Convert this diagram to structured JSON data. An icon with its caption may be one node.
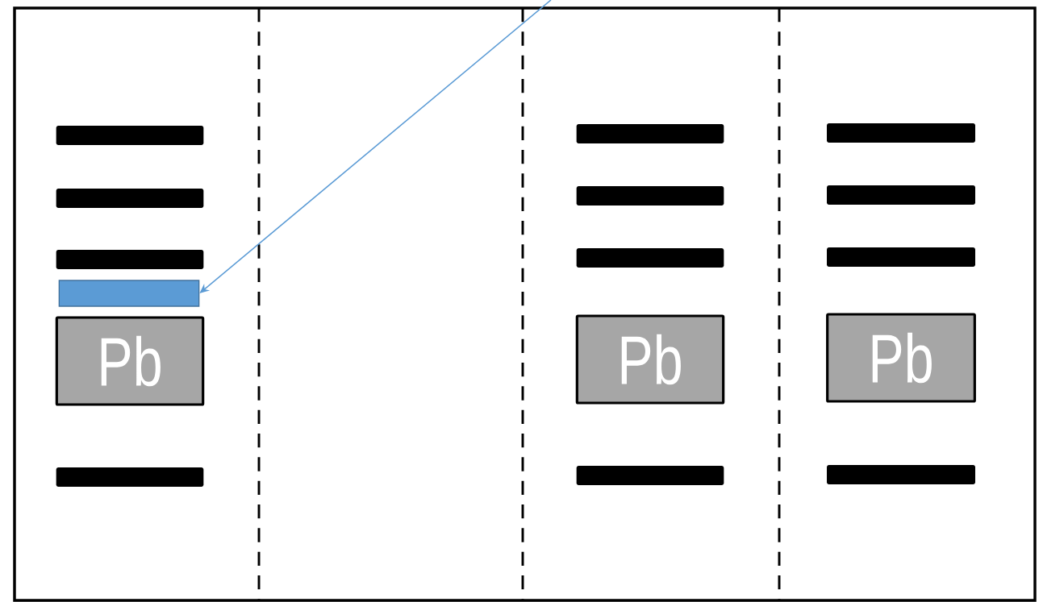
{
  "diagram": {
    "nodes": [
      {
        "text": [],
        "shape": "bar"
      },
      {
        "text": [],
        "shape": "bar"
      },
      {
        "text": [],
        "shape": "bar"
      },
      {
        "text": [],
        "shape": "bar"
      },
      {
        "text": [
          "Pb"
        ]
      },
      {
        "text": [],
        "shape": "bar"
      },
      {
        "text": [],
        "shape": "bar"
      },
      {
        "text": [],
        "shape": "bar"
      },
      {
        "text": [],
        "shape": "bar"
      },
      {
        "text": [
          "Pb"
        ]
      },
      {
        "text": [],
        "shape": "bar"
      },
      {
        "text": [],
        "shape": "bar"
      },
      {
        "text": [],
        "shape": "bar"
      },
      {
        "text": [],
        "shape": "bar"
      },
      {
        "text": [
          "Pb"
        ]
      },
      {
        "text": [],
        "shape": "bar"
      }
    ],
    "edges": [
      {
        "from": null,
        "to": 3,
        "arrow": "to",
        "color": "#5b9bd5"
      }
    ]
  }
}
